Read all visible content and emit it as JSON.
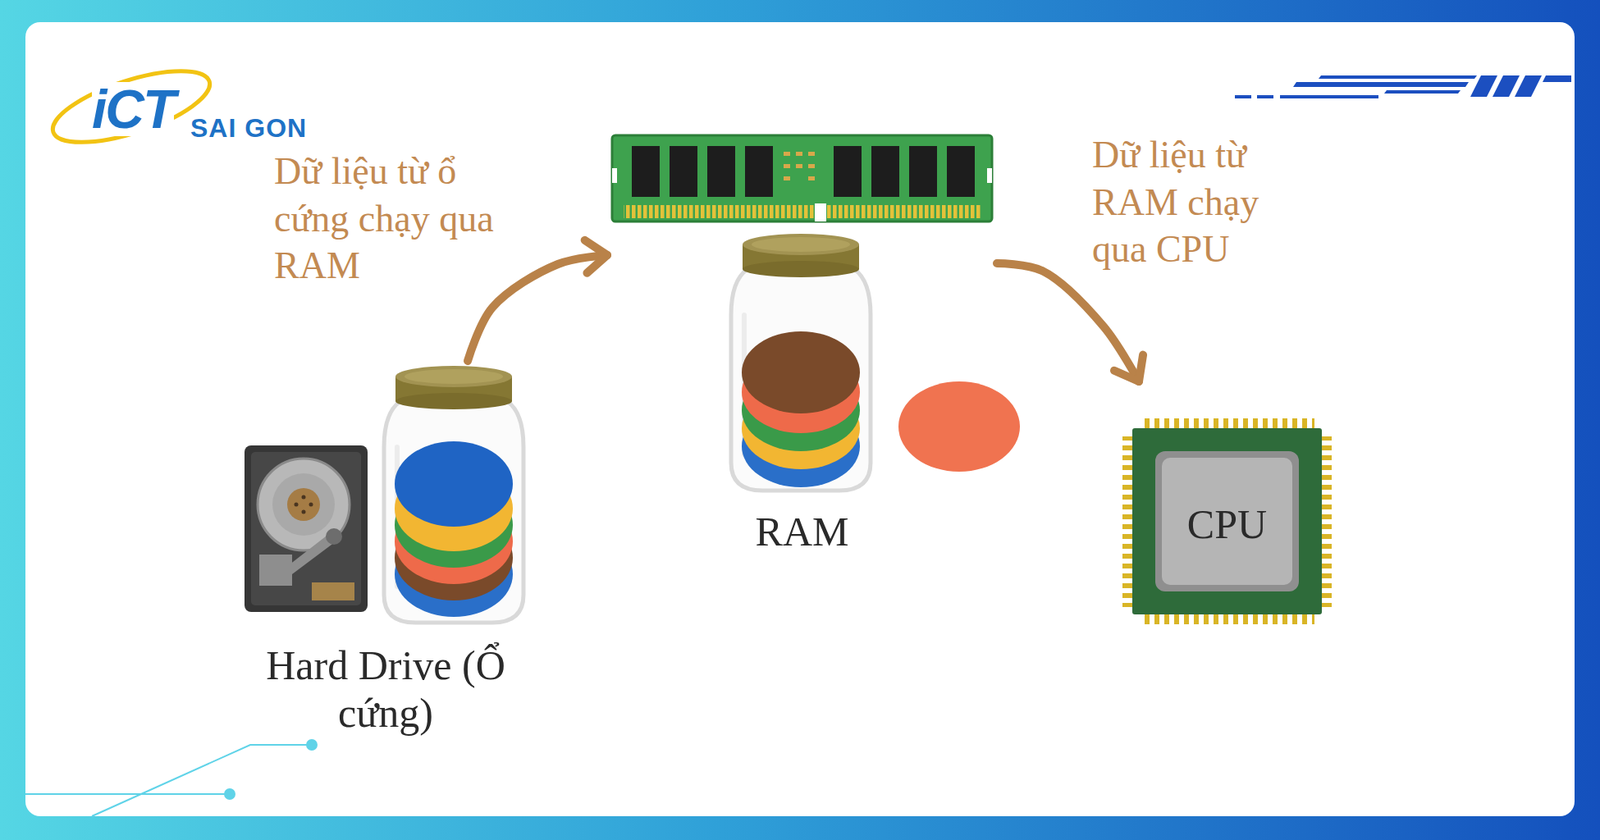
{
  "diagram": {
    "nodes": [
      {
        "text": [
          "Hard Drive (Ổ cứng)"
        ]
      },
      {
        "text": [
          "RAM"
        ]
      },
      {
        "text": [
          "CPU"
        ]
      }
    ],
    "edges": [
      {
        "from": 0,
        "to": 1,
        "arrow": "to",
        "label": "Dữ liệu từ ổ cứng chạy qua RAM"
      },
      {
        "from": 1,
        "to": 2,
        "arrow": "to",
        "label": "Dữ liệu từ RAM chạy qua CPU"
      }
    ],
    "labels": [
      "iCT",
      "SAI GON"
    ]
  }
}
